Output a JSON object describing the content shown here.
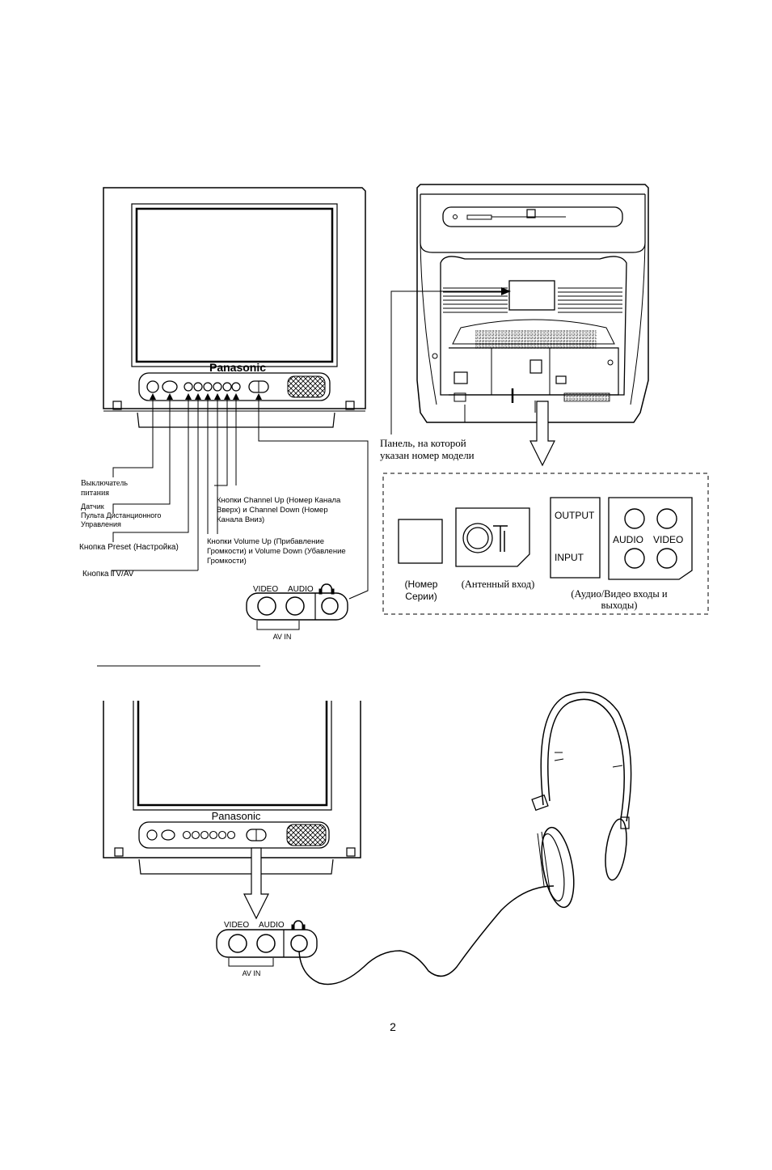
{
  "brand": "Panasonic",
  "front_callouts": {
    "power_switch": [
      "Выключатель",
      "питания"
    ],
    "remote_sensor": [
      "Датчик",
      "Пульта Дистанционного",
      "Управления"
    ],
    "preset_button": "Кнопка Preset (Настройка)",
    "tvav_button": "Кнопка TV/AV",
    "channel_buttons": [
      "Кнопки Channel Up (Номер Канала",
      "Вверх) и Channel Down (Номер",
      "Канала Вниз)"
    ],
    "volume_buttons": [
      "Кнопки Volume Up (Прибавление",
      "Громкости) и Volume Down (Убавление",
      "Громкости)"
    ]
  },
  "av_panel": {
    "video": "VIDEO",
    "audio": "AUDIO",
    "av_in": "AV IN"
  },
  "rear": {
    "model_panel_label": [
      "Панель, на которой",
      "указан номер модели"
    ],
    "serial_label": [
      "(Номер",
      "Серии)"
    ],
    "antenna_label": "(Антенный вход)",
    "output": "OUTPUT",
    "input": "INPUT",
    "audio": "AUDIO",
    "video": "VIDEO",
    "av_io_label": [
      "(Аудио/Видео входы и",
      "выходы)"
    ]
  },
  "page_number": "2"
}
